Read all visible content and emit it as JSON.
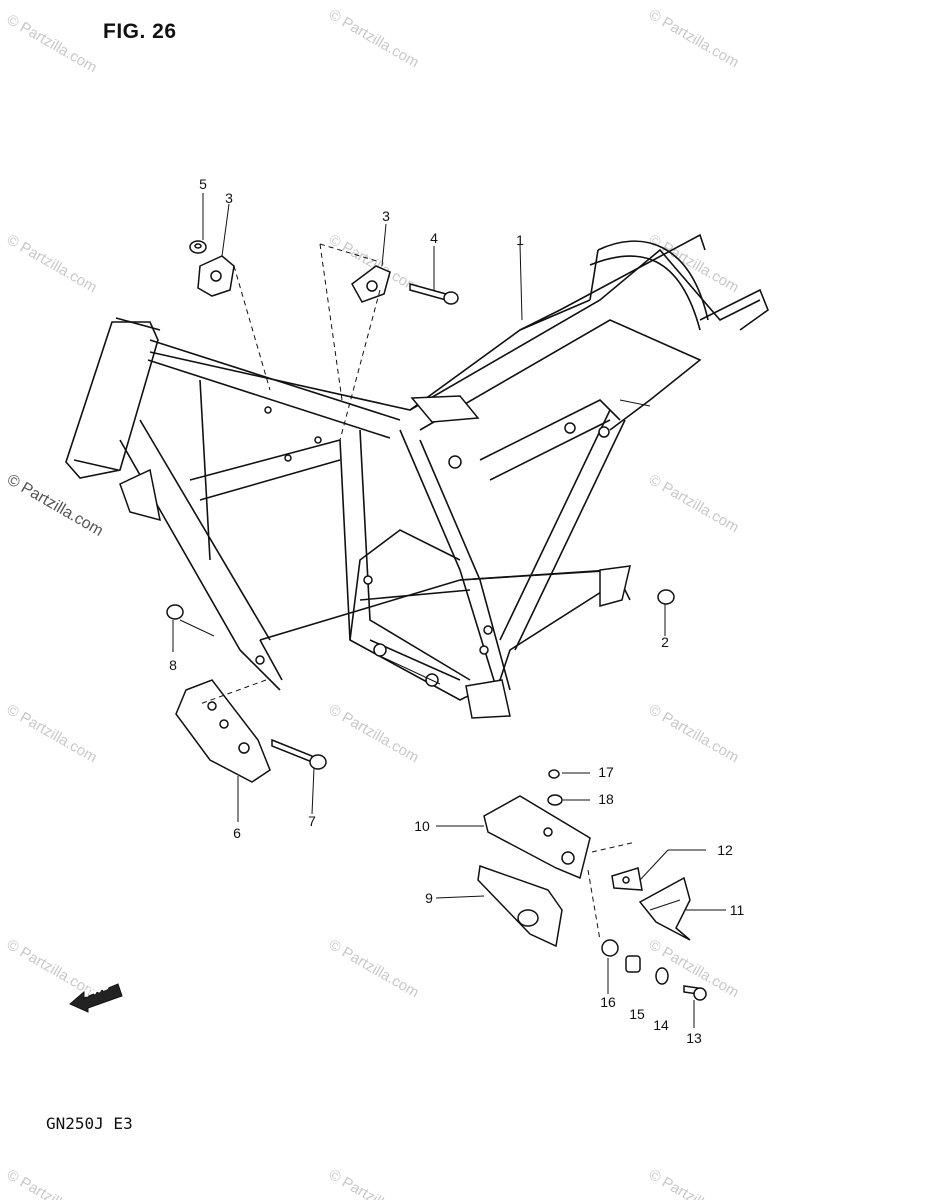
{
  "figure_title": "FIG. 26",
  "model_code": "GN250J E3",
  "watermark_text": "© Partzilla.com",
  "fwd_label": "FWD",
  "callouts": [
    {
      "id": "1",
      "label": "1"
    },
    {
      "id": "2",
      "label": "2"
    },
    {
      "id": "3a",
      "label": "3"
    },
    {
      "id": "3b",
      "label": "3"
    },
    {
      "id": "4",
      "label": "4"
    },
    {
      "id": "5",
      "label": "5"
    },
    {
      "id": "6",
      "label": "6"
    },
    {
      "id": "7",
      "label": "7"
    },
    {
      "id": "8",
      "label": "8"
    },
    {
      "id": "9",
      "label": "9"
    },
    {
      "id": "10",
      "label": "10"
    },
    {
      "id": "11",
      "label": "11"
    },
    {
      "id": "12",
      "label": "12"
    },
    {
      "id": "13",
      "label": "13"
    },
    {
      "id": "14",
      "label": "14"
    },
    {
      "id": "15",
      "label": "15"
    },
    {
      "id": "16",
      "label": "16"
    },
    {
      "id": "17",
      "label": "17"
    },
    {
      "id": "18",
      "label": "18"
    }
  ]
}
